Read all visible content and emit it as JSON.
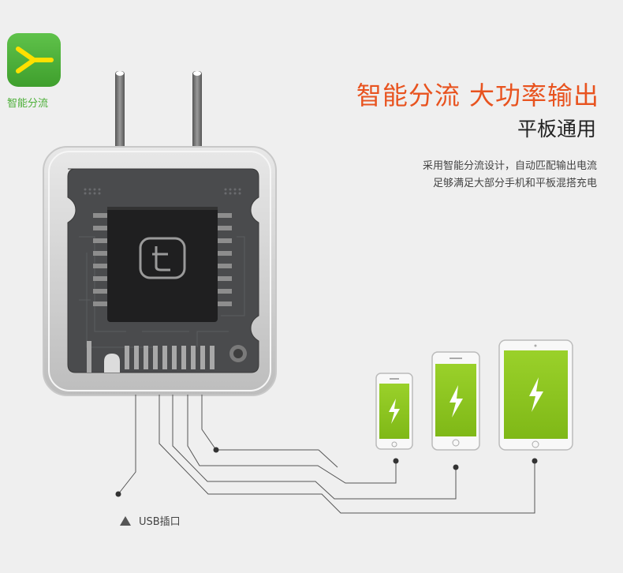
{
  "badge": {
    "label": "智能分流",
    "icon": "split-y-icon",
    "color": "#4caf38"
  },
  "headline": {
    "title": "智能分流 大功率输出",
    "title_color": "#e8531f",
    "subtitle": "平板通用"
  },
  "description": {
    "line1": "采用智能分流设计，自动匹配输出电流",
    "line2": "足够满足大部分手机和平板混搭充电"
  },
  "legend": {
    "label": "USB插口",
    "icon": "triangle-icon"
  },
  "chip": {
    "logo": "t"
  },
  "devices": [
    {
      "name": "small-phone",
      "icon": "charging-bolt-icon"
    },
    {
      "name": "large-phone",
      "icon": "charging-bolt-icon"
    },
    {
      "name": "tablet",
      "icon": "charging-bolt-icon"
    }
  ],
  "accent_green": "#8cc21c"
}
